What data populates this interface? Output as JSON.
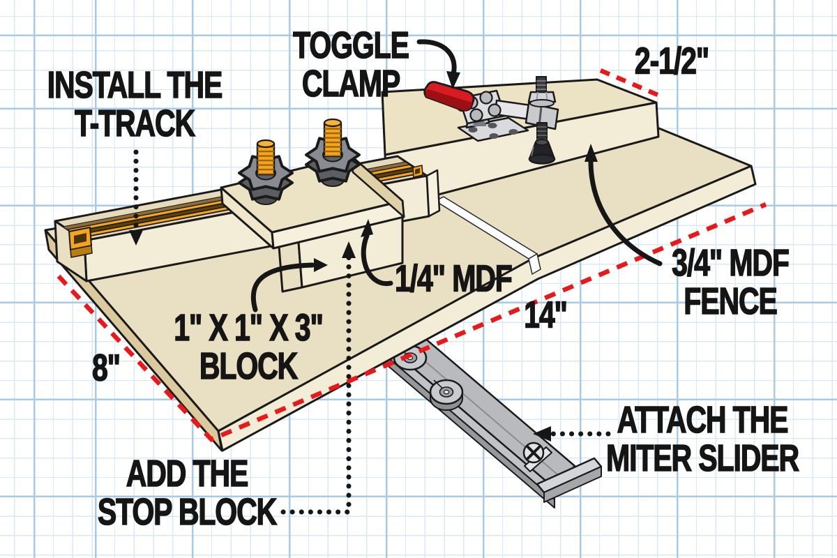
{
  "figure": {
    "kind": "isometric assembly illustration on blue graph paper",
    "subject": "shop-made stop-block jig with toggle clamp and miter slider"
  },
  "labels": {
    "install_t_track": {
      "line1": "INSTALL THE",
      "line2": "T-TRACK"
    },
    "toggle_clamp": {
      "line1": "TOGGLE",
      "line2": "CLAMP"
    },
    "quarter_mdf": {
      "text": "1/4\" MDF"
    },
    "fence_mdf": {
      "line1": "3/4\" MDF",
      "line2": "FENCE"
    },
    "block": {
      "line1": "1\" X 1\" X 3\"",
      "line2": "BLOCK"
    },
    "add_stop_block": {
      "line1": "ADD THE",
      "line2": "STOP BLOCK"
    },
    "attach_miter_slider": {
      "line1": "ATTACH THE",
      "line2": "MITER SLIDER"
    }
  },
  "dimensions": {
    "fence_top_width": "2-1/2\"",
    "base_depth": "8\"",
    "base_length": "14\""
  },
  "icons": {
    "curved-arrow": "solid black curved pointer with triangular head",
    "dotted-leader-arrow": "black dotted leader line with triangular head",
    "dashed-dimension-line": "red dashed dimension line"
  },
  "colors": {
    "background": "#ffffff",
    "grid_minor": "#d7e8f6",
    "grid_major": "#a7cbe7",
    "wood_top": "#e9dfc2",
    "wood_front": "#f3ecd6",
    "wood_side": "#dcca9f",
    "wood_deep": "#e0d0a6",
    "track_orange": "#f4a41f",
    "track_shadow": "#b97e12",
    "track_slot": "#5e4106",
    "dimension_red": "#e8191b",
    "handle_red": "#d81b20",
    "metal_light": "#dcdde0",
    "metal_mid": "#b9babe",
    "metal_dark": "#8f9094",
    "knob_gray": "#6f7076",
    "rubber_black": "#232327",
    "outline": "#1a1a1a",
    "text": "#151515"
  }
}
